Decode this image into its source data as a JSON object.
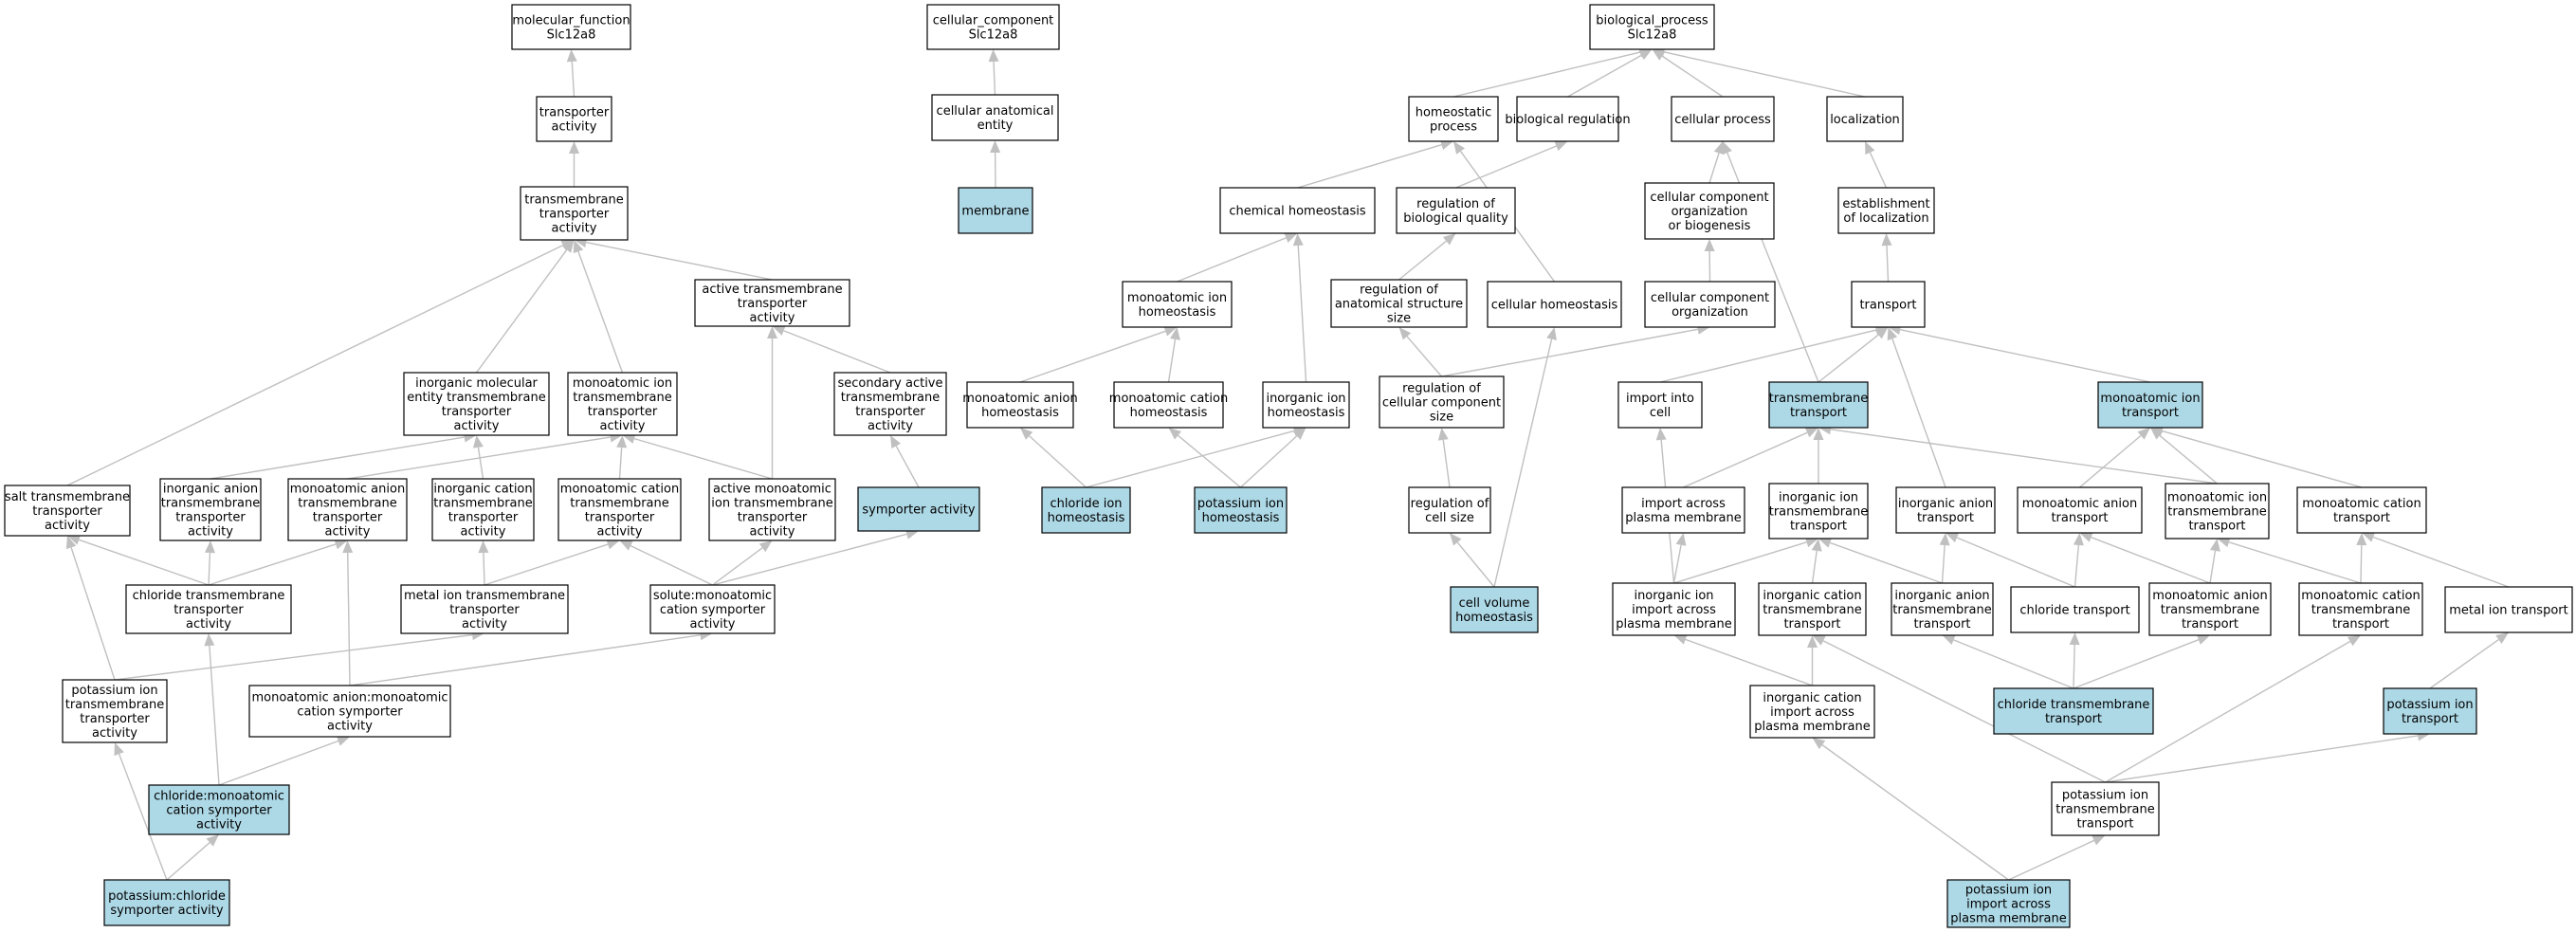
{
  "colors": {
    "highlight": "#add8e6",
    "normal": "#ffffff",
    "border": "#000000",
    "edge": "#c0c0c0"
  },
  "nodes": [
    {
      "id": "mf_root",
      "lines": [
        "molecular_function",
        "Slc12a8"
      ],
      "highlight": false
    },
    {
      "id": "cc_root",
      "lines": [
        "cellular_component",
        "Slc12a8"
      ],
      "highlight": false
    },
    {
      "id": "bp_root",
      "lines": [
        "biological_process",
        "Slc12a8"
      ],
      "highlight": false
    },
    {
      "id": "transporter_activity",
      "lines": [
        "transporter",
        "activity"
      ],
      "highlight": false
    },
    {
      "id": "cellular_anatomical_entity",
      "lines": [
        "cellular anatomical",
        "entity"
      ],
      "highlight": false
    },
    {
      "id": "homeostatic_process",
      "lines": [
        "homeostatic",
        "process"
      ],
      "highlight": false
    },
    {
      "id": "biological_regulation",
      "lines": [
        "biological regulation"
      ],
      "highlight": false
    },
    {
      "id": "cellular_process",
      "lines": [
        "cellular process"
      ],
      "highlight": false
    },
    {
      "id": "localization",
      "lines": [
        "localization"
      ],
      "highlight": false
    },
    {
      "id": "tm_transporter_activity",
      "lines": [
        "transmembrane",
        "transporter",
        "activity"
      ],
      "highlight": false
    },
    {
      "id": "membrane",
      "lines": [
        "membrane"
      ],
      "highlight": true
    },
    {
      "id": "chemical_homeostasis",
      "lines": [
        "chemical homeostasis"
      ],
      "highlight": false
    },
    {
      "id": "regulation_biological_quality",
      "lines": [
        "regulation of",
        "biological quality"
      ],
      "highlight": false
    },
    {
      "id": "cc_organization_biogenesis",
      "lines": [
        "cellular component",
        "organization",
        "or biogenesis"
      ],
      "highlight": false
    },
    {
      "id": "establishment_localization",
      "lines": [
        "establishment",
        "of localization"
      ],
      "highlight": false
    },
    {
      "id": "active_tm_transporter",
      "lines": [
        "active transmembrane",
        "transporter",
        "activity"
      ],
      "highlight": false
    },
    {
      "id": "monoatomic_ion_homeostasis",
      "lines": [
        "monoatomic ion",
        "homeostasis"
      ],
      "highlight": false
    },
    {
      "id": "reg_anatomical_structure_size",
      "lines": [
        "regulation of",
        "anatomical structure",
        "size"
      ],
      "highlight": false
    },
    {
      "id": "cellular_homeostasis",
      "lines": [
        "cellular homeostasis"
      ],
      "highlight": false
    },
    {
      "id": "cc_organization",
      "lines": [
        "cellular component",
        "organization"
      ],
      "highlight": false
    },
    {
      "id": "transport",
      "lines": [
        "transport"
      ],
      "highlight": false
    },
    {
      "id": "inorganic_molecular_tm",
      "lines": [
        "inorganic molecular",
        "entity transmembrane",
        "transporter",
        "activity"
      ],
      "highlight": false
    },
    {
      "id": "monoatomic_ion_tm_activity",
      "lines": [
        "monoatomic ion",
        "transmembrane",
        "transporter",
        "activity"
      ],
      "highlight": false
    },
    {
      "id": "secondary_active_tm",
      "lines": [
        "secondary active",
        "transmembrane",
        "transporter",
        "activity"
      ],
      "highlight": false
    },
    {
      "id": "monoatomic_anion_homeostasis",
      "lines": [
        "monoatomic anion",
        "homeostasis"
      ],
      "highlight": false
    },
    {
      "id": "monoatomic_cation_homeostasis",
      "lines": [
        "monoatomic cation",
        "homeostasis"
      ],
      "highlight": false
    },
    {
      "id": "inorganic_ion_homeostasis",
      "lines": [
        "inorganic ion",
        "homeostasis"
      ],
      "highlight": false
    },
    {
      "id": "reg_cc_size",
      "lines": [
        "regulation of",
        "cellular component",
        "size"
      ],
      "highlight": false
    },
    {
      "id": "import_into_cell",
      "lines": [
        "import into",
        "cell"
      ],
      "highlight": false
    },
    {
      "id": "tm_transport",
      "lines": [
        "transmembrane",
        "transport"
      ],
      "highlight": true
    },
    {
      "id": "monoatomic_ion_transport",
      "lines": [
        "monoatomic ion",
        "transport"
      ],
      "highlight": true
    },
    {
      "id": "salt_tm",
      "lines": [
        "salt transmembrane",
        "transporter",
        "activity"
      ],
      "highlight": false
    },
    {
      "id": "inorganic_anion_tm_activity",
      "lines": [
        "inorganic anion",
        "transmembrane",
        "transporter",
        "activity"
      ],
      "highlight": false
    },
    {
      "id": "monoatomic_anion_tm_activity",
      "lines": [
        "monoatomic anion",
        "transmembrane",
        "transporter",
        "activity"
      ],
      "highlight": false
    },
    {
      "id": "inorganic_cation_tm_activity",
      "lines": [
        "inorganic cation",
        "transmembrane",
        "transporter",
        "activity"
      ],
      "highlight": false
    },
    {
      "id": "monoatomic_cation_tm_activity",
      "lines": [
        "monoatomic cation",
        "transmembrane",
        "transporter",
        "activity"
      ],
      "highlight": false
    },
    {
      "id": "active_monoatomic_ion_tm",
      "lines": [
        "active monoatomic",
        "ion transmembrane",
        "transporter",
        "activity"
      ],
      "highlight": false
    },
    {
      "id": "symporter_activity",
      "lines": [
        "symporter activity"
      ],
      "highlight": true
    },
    {
      "id": "chloride_ion_homeostasis",
      "lines": [
        "chloride ion",
        "homeostasis"
      ],
      "highlight": true
    },
    {
      "id": "potassium_ion_homeostasis",
      "lines": [
        "potassium ion",
        "homeostasis"
      ],
      "highlight": true
    },
    {
      "id": "regulation_cell_size",
      "lines": [
        "regulation of",
        "cell size"
      ],
      "highlight": false
    },
    {
      "id": "import_across_pm",
      "lines": [
        "import across",
        "plasma membrane"
      ],
      "highlight": false
    },
    {
      "id": "inorganic_ion_tm_transport",
      "lines": [
        "inorganic ion",
        "transmembrane",
        "transport"
      ],
      "highlight": false
    },
    {
      "id": "inorganic_anion_transport",
      "lines": [
        "inorganic anion",
        "transport"
      ],
      "highlight": false
    },
    {
      "id": "monoatomic_anion_transport",
      "lines": [
        "monoatomic anion",
        "transport"
      ],
      "highlight": false
    },
    {
      "id": "monoatomic_ion_tm_transport",
      "lines": [
        "monoatomic ion",
        "transmembrane",
        "transport"
      ],
      "highlight": false
    },
    {
      "id": "monoatomic_cation_transport",
      "lines": [
        "monoatomic cation",
        "transport"
      ],
      "highlight": false
    },
    {
      "id": "chloride_tm_activity",
      "lines": [
        "chloride transmembrane",
        "transporter",
        "activity"
      ],
      "highlight": false
    },
    {
      "id": "metal_ion_tm_activity",
      "lines": [
        "metal ion transmembrane",
        "transporter",
        "activity"
      ],
      "highlight": false
    },
    {
      "id": "solute_monoatomic_cation_symporter",
      "lines": [
        "solute:monoatomic",
        "cation symporter",
        "activity"
      ],
      "highlight": false
    },
    {
      "id": "cell_volume_homeostasis",
      "lines": [
        "cell volume",
        "homeostasis"
      ],
      "highlight": true
    },
    {
      "id": "inorganic_ion_import_pm",
      "lines": [
        "inorganic ion",
        "import across",
        "plasma membrane"
      ],
      "highlight": false
    },
    {
      "id": "inorganic_cation_tm_transport",
      "lines": [
        "inorganic cation",
        "transmembrane",
        "transport"
      ],
      "highlight": false
    },
    {
      "id": "inorganic_anion_tm_transport",
      "lines": [
        "inorganic anion",
        "transmembrane",
        "transport"
      ],
      "highlight": false
    },
    {
      "id": "chloride_transport",
      "lines": [
        "chloride transport"
      ],
      "highlight": false
    },
    {
      "id": "monoatomic_anion_tm_transport",
      "lines": [
        "monoatomic anion",
        "transmembrane",
        "transport"
      ],
      "highlight": false
    },
    {
      "id": "monoatomic_cation_tm_transport",
      "lines": [
        "monoatomic cation",
        "transmembrane",
        "transport"
      ],
      "highlight": false
    },
    {
      "id": "metal_ion_transport",
      "lines": [
        "metal ion transport"
      ],
      "highlight": false
    },
    {
      "id": "potassium_ion_tm_activity",
      "lines": [
        "potassium ion",
        "transmembrane",
        "transporter",
        "activity"
      ],
      "highlight": false
    },
    {
      "id": "anion_cation_symporter",
      "lines": [
        "monoatomic anion:monoatomic",
        "cation symporter",
        "activity"
      ],
      "highlight": false
    },
    {
      "id": "inorganic_cation_import_pm",
      "lines": [
        "inorganic cation",
        "import across",
        "plasma membrane"
      ],
      "highlight": false
    },
    {
      "id": "chloride_tm_transport",
      "lines": [
        "chloride transmembrane",
        "transport"
      ],
      "highlight": true
    },
    {
      "id": "potassium_ion_transport",
      "lines": [
        "potassium ion",
        "transport"
      ],
      "highlight": true
    },
    {
      "id": "chloride_cation_symporter",
      "lines": [
        "chloride:monoatomic",
        "cation symporter",
        "activity"
      ],
      "highlight": true
    },
    {
      "id": "potassium_ion_tm_transport",
      "lines": [
        "potassium ion",
        "transmembrane",
        "transport"
      ],
      "highlight": false
    },
    {
      "id": "potassium_chloride_symporter",
      "lines": [
        "potassium:chloride",
        "symporter activity"
      ],
      "highlight": true
    },
    {
      "id": "potassium_ion_import_pm",
      "lines": [
        "potassium ion",
        "import across",
        "plasma membrane"
      ],
      "highlight": true
    }
  ],
  "edges": [
    {
      "from": "transporter_activity",
      "to": "mf_root"
    },
    {
      "from": "tm_transporter_activity",
      "to": "transporter_activity"
    },
    {
      "from": "active_tm_transporter",
      "to": "tm_transporter_activity"
    },
    {
      "from": "inorganic_molecular_tm",
      "to": "tm_transporter_activity"
    },
    {
      "from": "monoatomic_ion_tm_activity",
      "to": "tm_transporter_activity"
    },
    {
      "from": "salt_tm",
      "to": "tm_transporter_activity"
    },
    {
      "from": "secondary_active_tm",
      "to": "active_tm_transporter"
    },
    {
      "from": "active_monoatomic_ion_tm",
      "to": "active_tm_transporter"
    },
    {
      "from": "symporter_activity",
      "to": "secondary_active_tm"
    },
    {
      "from": "inorganic_anion_tm_activity",
      "to": "inorganic_molecular_tm"
    },
    {
      "from": "inorganic_cation_tm_activity",
      "to": "inorganic_molecular_tm"
    },
    {
      "from": "monoatomic_anion_tm_activity",
      "to": "monoatomic_ion_tm_activity"
    },
    {
      "from": "monoatomic_cation_tm_activity",
      "to": "monoatomic_ion_tm_activity"
    },
    {
      "from": "active_monoatomic_ion_tm",
      "to": "monoatomic_ion_tm_activity"
    },
    {
      "from": "chloride_tm_activity",
      "to": "salt_tm"
    },
    {
      "from": "chloride_tm_activity",
      "to": "inorganic_anion_tm_activity"
    },
    {
      "from": "chloride_tm_activity",
      "to": "monoatomic_anion_tm_activity"
    },
    {
      "from": "metal_ion_tm_activity",
      "to": "inorganic_cation_tm_activity"
    },
    {
      "from": "metal_ion_tm_activity",
      "to": "monoatomic_cation_tm_activity"
    },
    {
      "from": "solute_monoatomic_cation_symporter",
      "to": "monoatomic_cation_tm_activity"
    },
    {
      "from": "solute_monoatomic_cation_symporter",
      "to": "active_monoatomic_ion_tm"
    },
    {
      "from": "solute_monoatomic_cation_symporter",
      "to": "symporter_activity"
    },
    {
      "from": "potassium_ion_tm_activity",
      "to": "salt_tm"
    },
    {
      "from": "potassium_ion_tm_activity",
      "to": "metal_ion_tm_activity"
    },
    {
      "from": "anion_cation_symporter",
      "to": "monoatomic_anion_tm_activity"
    },
    {
      "from": "anion_cation_symporter",
      "to": "solute_monoatomic_cation_symporter"
    },
    {
      "from": "chloride_cation_symporter",
      "to": "chloride_tm_activity"
    },
    {
      "from": "chloride_cation_symporter",
      "to": "anion_cation_symporter"
    },
    {
      "from": "potassium_chloride_symporter",
      "to": "potassium_ion_tm_activity"
    },
    {
      "from": "potassium_chloride_symporter",
      "to": "chloride_cation_symporter"
    },
    {
      "from": "cellular_anatomical_entity",
      "to": "cc_root"
    },
    {
      "from": "membrane",
      "to": "cellular_anatomical_entity"
    },
    {
      "from": "homeostatic_process",
      "to": "bp_root"
    },
    {
      "from": "biological_regulation",
      "to": "bp_root"
    },
    {
      "from": "cellular_process",
      "to": "bp_root"
    },
    {
      "from": "localization",
      "to": "bp_root"
    },
    {
      "from": "chemical_homeostasis",
      "to": "homeostatic_process"
    },
    {
      "from": "cellular_homeostasis",
      "to": "homeostatic_process"
    },
    {
      "from": "regulation_biological_quality",
      "to": "biological_regulation"
    },
    {
      "from": "cc_organization_biogenesis",
      "to": "cellular_process"
    },
    {
      "from": "tm_transport",
      "to": "cellular_process"
    },
    {
      "from": "establishment_localization",
      "to": "localization"
    },
    {
      "from": "monoatomic_ion_homeostasis",
      "to": "chemical_homeostasis"
    },
    {
      "from": "inorganic_ion_homeostasis",
      "to": "chemical_homeostasis"
    },
    {
      "from": "reg_anatomical_structure_size",
      "to": "regulation_biological_quality"
    },
    {
      "from": "cc_organization",
      "to": "cc_organization_biogenesis"
    },
    {
      "from": "transport",
      "to": "establishment_localization"
    },
    {
      "from": "monoatomic_anion_homeostasis",
      "to": "monoatomic_ion_homeostasis"
    },
    {
      "from": "monoatomic_cation_homeostasis",
      "to": "monoatomic_ion_homeostasis"
    },
    {
      "from": "reg_cc_size",
      "to": "reg_anatomical_structure_size"
    },
    {
      "from": "reg_cc_size",
      "to": "cc_organization"
    },
    {
      "from": "chloride_ion_homeostasis",
      "to": "monoatomic_anion_homeostasis"
    },
    {
      "from": "chloride_ion_homeostasis",
      "to": "inorganic_ion_homeostasis"
    },
    {
      "from": "potassium_ion_homeostasis",
      "to": "monoatomic_cation_homeostasis"
    },
    {
      "from": "potassium_ion_homeostasis",
      "to": "inorganic_ion_homeostasis"
    },
    {
      "from": "regulation_cell_size",
      "to": "reg_cc_size"
    },
    {
      "from": "cell_volume_homeostasis",
      "to": "regulation_cell_size"
    },
    {
      "from": "cell_volume_homeostasis",
      "to": "cellular_homeostasis"
    },
    {
      "from": "import_into_cell",
      "to": "transport"
    },
    {
      "from": "tm_transport",
      "to": "transport"
    },
    {
      "from": "monoatomic_ion_transport",
      "to": "transport"
    },
    {
      "from": "inorganic_anion_transport",
      "to": "transport"
    },
    {
      "from": "import_across_pm",
      "to": "tm_transport"
    },
    {
      "from": "inorganic_ion_tm_transport",
      "to": "tm_transport"
    },
    {
      "from": "monoatomic_ion_tm_transport",
      "to": "tm_transport"
    },
    {
      "from": "monoatomic_anion_transport",
      "to": "monoatomic_ion_transport"
    },
    {
      "from": "monoatomic_ion_tm_transport",
      "to": "monoatomic_ion_transport"
    },
    {
      "from": "monoatomic_cation_transport",
      "to": "monoatomic_ion_transport"
    },
    {
      "from": "inorganic_ion_import_pm",
      "to": "import_into_cell"
    },
    {
      "from": "inorganic_ion_import_pm",
      "to": "import_across_pm"
    },
    {
      "from": "inorganic_ion_import_pm",
      "to": "inorganic_ion_tm_transport"
    },
    {
      "from": "inorganic_cation_tm_transport",
      "to": "inorganic_ion_tm_transport"
    },
    {
      "from": "inorganic_anion_tm_transport",
      "to": "inorganic_ion_tm_transport"
    },
    {
      "from": "inorganic_anion_tm_transport",
      "to": "inorganic_anion_transport"
    },
    {
      "from": "chloride_transport",
      "to": "inorganic_anion_transport"
    },
    {
      "from": "chloride_transport",
      "to": "monoatomic_anion_transport"
    },
    {
      "from": "monoatomic_anion_tm_transport",
      "to": "monoatomic_anion_transport"
    },
    {
      "from": "monoatomic_anion_tm_transport",
      "to": "monoatomic_ion_tm_transport"
    },
    {
      "from": "monoatomic_cation_tm_transport",
      "to": "monoatomic_ion_tm_transport"
    },
    {
      "from": "monoatomic_cation_tm_transport",
      "to": "monoatomic_cation_transport"
    },
    {
      "from": "metal_ion_transport",
      "to": "monoatomic_cation_transport"
    },
    {
      "from": "inorganic_cation_import_pm",
      "to": "inorganic_ion_import_pm"
    },
    {
      "from": "inorganic_cation_import_pm",
      "to": "inorganic_cation_tm_transport"
    },
    {
      "from": "chloride_tm_transport",
      "to": "inorganic_anion_tm_transport"
    },
    {
      "from": "chloride_tm_transport",
      "to": "chloride_transport"
    },
    {
      "from": "chloride_tm_transport",
      "to": "monoatomic_anion_tm_transport"
    },
    {
      "from": "potassium_ion_transport",
      "to": "metal_ion_transport"
    },
    {
      "from": "potassium_ion_tm_transport",
      "to": "inorganic_cation_tm_transport"
    },
    {
      "from": "potassium_ion_tm_transport",
      "to": "monoatomic_cation_tm_transport"
    },
    {
      "from": "potassium_ion_tm_transport",
      "to": "potassium_ion_transport"
    },
    {
      "from": "potassium_ion_import_pm",
      "to": "inorganic_cation_import_pm"
    },
    {
      "from": "potassium_ion_import_pm",
      "to": "potassium_ion_tm_transport"
    }
  ]
}
